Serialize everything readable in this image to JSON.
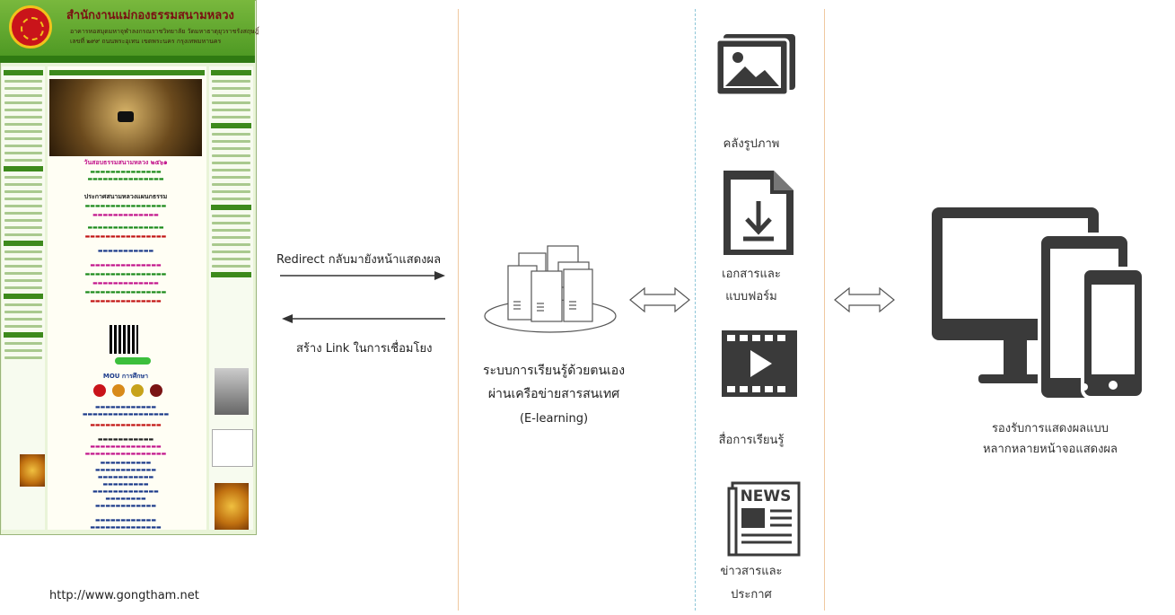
{
  "website": {
    "title": "สำนักงานแม่กองธรรมสนามหลวง",
    "address_line1": "อาคารหอสมุดมหาจุฬาลงกรณราชวิทยาลัย วัดมหาธาตุยุวราชรังสฤษฎิ์",
    "address_line2": "เลขที่ ๒๙๙ ถนนพระอุเทน เขตพระนคร กรุงเทพมหานคร",
    "headline1": "วันสอบธรรมสนามหลวง ๒๕๖๑",
    "headline2": "ประกาศสนามหลวงแผนกธรรม",
    "headline3": "MOU การศึกษา",
    "url": "http://www.gongtham.net"
  },
  "arrows": {
    "redirect_label": "Redirect กลับมายังหน้าแสดงผล",
    "link_label": "สร้าง Link ในการเชื่อมโยง"
  },
  "system": {
    "line1": "ระบบการเรียนรู้ด้วยตนเอง",
    "line2": "ผ่านเครือข่ายสารสนเทศ",
    "line3": "(E-learning)"
  },
  "content_types": [
    {
      "icon": "image-gallery-icon",
      "label": "คลังรูปภาพ"
    },
    {
      "icon": "document-download-icon",
      "label_line1": "เอกสารและ",
      "label_line2": "แบบฟอร์ม"
    },
    {
      "icon": "video-play-icon",
      "label": "สื่อการเรียนรู้"
    },
    {
      "icon": "newspaper-icon",
      "label_line1": "ข่าวสารและ",
      "label_line2": "ประกาศ"
    }
  ],
  "devices": {
    "label_line1": "รองรับการแสดงผลแบบ",
    "label_line2": "หลากหลายหน้าจอแสดงผล"
  },
  "colors": {
    "site_green": "#4f9a24",
    "icon_dark": "#3a3a3a",
    "divider": "#f0c9a0"
  }
}
